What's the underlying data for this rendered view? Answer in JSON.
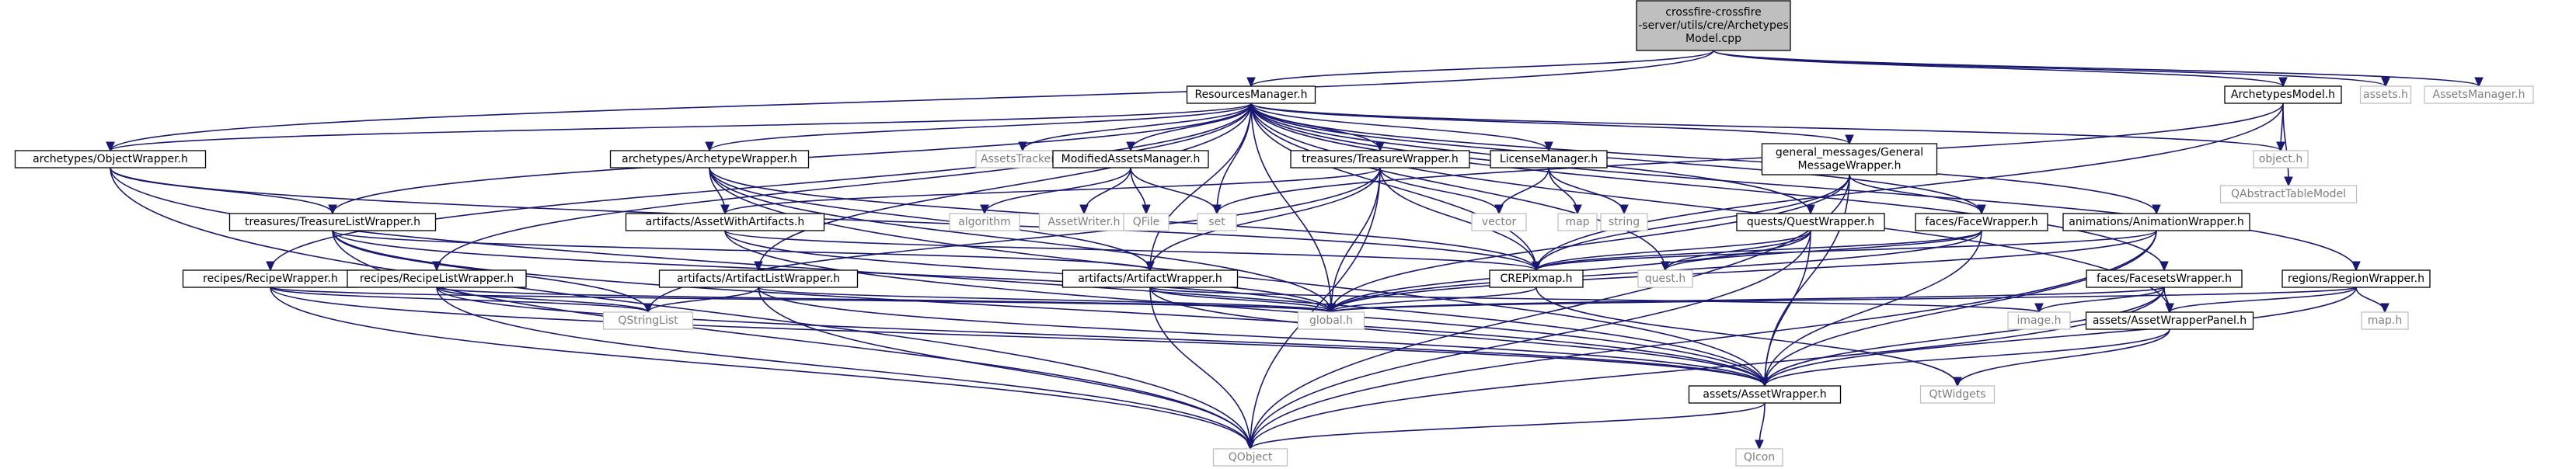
{
  "diagram": {
    "kind": "include-dependency-graph",
    "colors": {
      "edge": "#191970",
      "root_fill": "#bfbfbf",
      "root_stroke": "#000000",
      "file_stroke": "#000000",
      "external_stroke": "#bfbfbf",
      "external_text": "#7f7f7f"
    },
    "nodes": [
      {
        "id": "root",
        "lines": [
          "crossfire-crossfire",
          "-server/utils/cre/Archetypes",
          "Model.cpp"
        ],
        "style": "root"
      },
      {
        "id": "resmgr",
        "lines": [
          "ResourcesManager.h"
        ],
        "style": "file"
      },
      {
        "id": "archmodel",
        "lines": [
          "ArchetypesModel.h"
        ],
        "style": "file"
      },
      {
        "id": "assets",
        "lines": [
          "assets.h"
        ],
        "style": "external"
      },
      {
        "id": "assetsmgr",
        "lines": [
          "AssetsManager.h"
        ],
        "style": "external"
      },
      {
        "id": "objwrap",
        "lines": [
          "archetypes/ObjectWrapper.h"
        ],
        "style": "file"
      },
      {
        "id": "archwrap",
        "lines": [
          "archetypes/ArchetypeWrapper.h"
        ],
        "style": "file"
      },
      {
        "id": "assetstracker",
        "lines": [
          "AssetsTracker.h"
        ],
        "style": "external"
      },
      {
        "id": "modassets",
        "lines": [
          "ModifiedAssetsManager.h"
        ],
        "style": "file"
      },
      {
        "id": "treaswrap",
        "lines": [
          "treasures/TreasureWrapper.h"
        ],
        "style": "file"
      },
      {
        "id": "licmgr",
        "lines": [
          "LicenseManager.h"
        ],
        "style": "file"
      },
      {
        "id": "genmsg",
        "lines": [
          "general_messages/General",
          "MessageWrapper.h"
        ],
        "style": "file"
      },
      {
        "id": "objecth",
        "lines": [
          "object.h"
        ],
        "style": "external"
      },
      {
        "id": "qabstract",
        "lines": [
          "QAbstractTableModel"
        ],
        "style": "external"
      },
      {
        "id": "treaslist",
        "lines": [
          "treasures/TreasureListWrapper.h"
        ],
        "style": "file"
      },
      {
        "id": "awa",
        "lines": [
          "artifacts/AssetWithArtifacts.h"
        ],
        "style": "file"
      },
      {
        "id": "algorithm",
        "lines": [
          "algorithm"
        ],
        "style": "external"
      },
      {
        "id": "assetwriter",
        "lines": [
          "AssetWriter.h"
        ],
        "style": "external"
      },
      {
        "id": "qfile",
        "lines": [
          "QFile"
        ],
        "style": "external"
      },
      {
        "id": "set",
        "lines": [
          "set"
        ],
        "style": "external"
      },
      {
        "id": "vector",
        "lines": [
          "vector"
        ],
        "style": "external"
      },
      {
        "id": "map",
        "lines": [
          "map"
        ],
        "style": "external"
      },
      {
        "id": "string",
        "lines": [
          "string"
        ],
        "style": "external"
      },
      {
        "id": "questwrap",
        "lines": [
          "quests/QuestWrapper.h"
        ],
        "style": "file"
      },
      {
        "id": "facewrap",
        "lines": [
          "faces/FaceWrapper.h"
        ],
        "style": "file"
      },
      {
        "id": "animwrap",
        "lines": [
          "animations/AnimationWrapper.h"
        ],
        "style": "file"
      },
      {
        "id": "recipewrap",
        "lines": [
          "recipes/RecipeWrapper.h"
        ],
        "style": "file"
      },
      {
        "id": "recipelist",
        "lines": [
          "recipes/RecipeListWrapper.h"
        ],
        "style": "file"
      },
      {
        "id": "artlist",
        "lines": [
          "artifacts/ArtifactListWrapper.h"
        ],
        "style": "file"
      },
      {
        "id": "artwrap",
        "lines": [
          "artifacts/ArtifactWrapper.h"
        ],
        "style": "file"
      },
      {
        "id": "crepixmap",
        "lines": [
          "CREPixmap.h"
        ],
        "style": "file"
      },
      {
        "id": "questh",
        "lines": [
          "quest.h"
        ],
        "style": "external"
      },
      {
        "id": "facesets",
        "lines": [
          "faces/FacesetsWrapper.h"
        ],
        "style": "file"
      },
      {
        "id": "regionwrap",
        "lines": [
          "regions/RegionWrapper.h"
        ],
        "style": "file"
      },
      {
        "id": "qstringlist",
        "lines": [
          "QStringList"
        ],
        "style": "external"
      },
      {
        "id": "global",
        "lines": [
          "global.h"
        ],
        "style": "external"
      },
      {
        "id": "imageh",
        "lines": [
          "image.h"
        ],
        "style": "external"
      },
      {
        "id": "awpanel",
        "lines": [
          "assets/AssetWrapperPanel.h"
        ],
        "style": "file"
      },
      {
        "id": "maph",
        "lines": [
          "map.h"
        ],
        "style": "external"
      },
      {
        "id": "assetwrap",
        "lines": [
          "assets/AssetWrapper.h"
        ],
        "style": "file"
      },
      {
        "id": "qwidgets",
        "lines": [
          "QtWidgets"
        ],
        "style": "external"
      },
      {
        "id": "qobject",
        "lines": [
          "QObject"
        ],
        "style": "external"
      },
      {
        "id": "qicon",
        "lines": [
          "QIcon"
        ],
        "style": "external"
      }
    ],
    "edges": [
      [
        "root",
        "resmgr"
      ],
      [
        "root",
        "archmodel"
      ],
      [
        "root",
        "assets"
      ],
      [
        "root",
        "assetsmgr"
      ],
      [
        "root",
        "objwrap"
      ],
      [
        "resmgr",
        "objwrap"
      ],
      [
        "resmgr",
        "archwrap"
      ],
      [
        "resmgr",
        "assetstracker"
      ],
      [
        "resmgr",
        "modassets"
      ],
      [
        "resmgr",
        "treaswrap"
      ],
      [
        "resmgr",
        "licmgr"
      ],
      [
        "resmgr",
        "genmsg"
      ],
      [
        "resmgr",
        "objecth"
      ],
      [
        "resmgr",
        "treaslist"
      ],
      [
        "resmgr",
        "set"
      ],
      [
        "resmgr",
        "questwrap"
      ],
      [
        "resmgr",
        "facewrap"
      ],
      [
        "resmgr",
        "animwrap"
      ],
      [
        "resmgr",
        "recipewrap"
      ],
      [
        "resmgr",
        "recipelist"
      ],
      [
        "resmgr",
        "artlist"
      ],
      [
        "resmgr",
        "artwrap"
      ],
      [
        "resmgr",
        "crepixmap"
      ],
      [
        "resmgr",
        "facesets"
      ],
      [
        "resmgr",
        "regionwrap"
      ],
      [
        "resmgr",
        "global"
      ],
      [
        "resmgr",
        "awpanel"
      ],
      [
        "resmgr",
        "questh"
      ],
      [
        "archmodel",
        "objecth"
      ],
      [
        "archmodel",
        "qabstract"
      ],
      [
        "archmodel",
        "set"
      ],
      [
        "archmodel",
        "crepixmap"
      ],
      [
        "objwrap",
        "treaslist"
      ],
      [
        "objwrap",
        "qobject"
      ],
      [
        "objwrap",
        "assetwrap"
      ],
      [
        "objwrap",
        "crepixmap"
      ],
      [
        "archwrap",
        "awa"
      ],
      [
        "archwrap",
        "global"
      ],
      [
        "archwrap",
        "assetwrap"
      ],
      [
        "archwrap",
        "crepixmap"
      ],
      [
        "archwrap",
        "artwrap"
      ],
      [
        "modassets",
        "algorithm"
      ],
      [
        "modassets",
        "assetwriter"
      ],
      [
        "modassets",
        "qfile"
      ],
      [
        "modassets",
        "set"
      ],
      [
        "treaswrap",
        "awa"
      ],
      [
        "treaswrap",
        "vector"
      ],
      [
        "treaswrap",
        "crepixmap"
      ],
      [
        "treaswrap",
        "global"
      ],
      [
        "treaswrap",
        "qobject"
      ],
      [
        "treaswrap",
        "artwrap"
      ],
      [
        "treaswrap",
        "qstringlist"
      ],
      [
        "licmgr",
        "vector"
      ],
      [
        "licmgr",
        "map"
      ],
      [
        "licmgr",
        "string"
      ],
      [
        "genmsg",
        "crepixmap"
      ],
      [
        "genmsg",
        "global"
      ],
      [
        "genmsg",
        "assetwrap"
      ],
      [
        "genmsg",
        "facewrap"
      ],
      [
        "genmsg",
        "qobject"
      ],
      [
        "treaslist",
        "qstringlist"
      ],
      [
        "treaslist",
        "global"
      ],
      [
        "treaslist",
        "assetwrap"
      ],
      [
        "treaslist",
        "qobject"
      ],
      [
        "treaslist",
        "artwrap"
      ],
      [
        "awa",
        "crepixmap"
      ],
      [
        "awa",
        "global"
      ],
      [
        "awa",
        "assetwrap"
      ],
      [
        "questwrap",
        "crepixmap"
      ],
      [
        "questwrap",
        "global"
      ],
      [
        "questwrap",
        "assetwrap"
      ],
      [
        "questwrap",
        "questh"
      ],
      [
        "questwrap",
        "qobject"
      ],
      [
        "facewrap",
        "crepixmap"
      ],
      [
        "facewrap",
        "global"
      ],
      [
        "facewrap",
        "assetwrap"
      ],
      [
        "facewrap",
        "questh"
      ],
      [
        "animwrap",
        "crepixmap"
      ],
      [
        "animwrap",
        "global"
      ],
      [
        "animwrap",
        "assetwrap"
      ],
      [
        "animwrap",
        "qobject"
      ],
      [
        "recipewrap",
        "qstringlist"
      ],
      [
        "recipewrap",
        "global"
      ],
      [
        "recipewrap",
        "assetwrap"
      ],
      [
        "recipewrap",
        "qobject"
      ],
      [
        "recipelist",
        "qstringlist"
      ],
      [
        "recipelist",
        "assetwrap"
      ],
      [
        "recipelist",
        "qobject"
      ],
      [
        "recipelist",
        "global"
      ],
      [
        "artlist",
        "qstringlist"
      ],
      [
        "artlist",
        "global"
      ],
      [
        "artlist",
        "assetwrap"
      ],
      [
        "artlist",
        "qobject"
      ],
      [
        "artwrap",
        "global"
      ],
      [
        "artwrap",
        "assetwrap"
      ],
      [
        "artwrap",
        "qobject"
      ],
      [
        "artwrap",
        "imageh"
      ],
      [
        "crepixmap",
        "global"
      ],
      [
        "crepixmap",
        "qwidgets"
      ],
      [
        "facesets",
        "global"
      ],
      [
        "facesets",
        "imageh"
      ],
      [
        "facesets",
        "awpanel"
      ],
      [
        "facesets",
        "assetwrap"
      ],
      [
        "facesets",
        "qobject"
      ],
      [
        "regionwrap",
        "global"
      ],
      [
        "regionwrap",
        "maph"
      ],
      [
        "regionwrap",
        "awpanel"
      ],
      [
        "regionwrap",
        "assetwrap"
      ],
      [
        "awpanel",
        "assetwrap"
      ],
      [
        "awpanel",
        "qwidgets"
      ],
      [
        "assetwrap",
        "qobject"
      ],
      [
        "assetwrap",
        "qicon"
      ]
    ]
  }
}
